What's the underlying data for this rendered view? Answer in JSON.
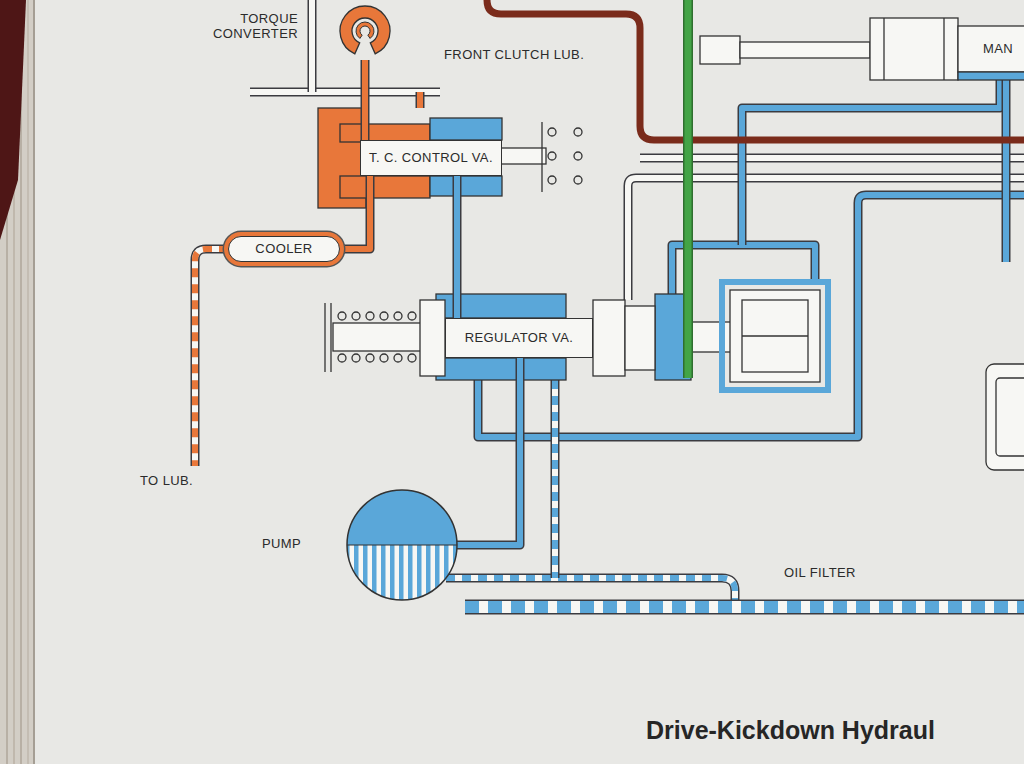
{
  "diagram": {
    "title": "Drive-Kickdown Hydraul",
    "nodes": [
      {
        "text": [
          "TORQUE CONVERTER"
        ]
      },
      {
        "text": [
          "T. C. CONTROL VA."
        ]
      },
      {
        "text": [
          "COOLER"
        ]
      },
      {
        "text": [
          "REGULATOR VA."
        ]
      },
      {
        "text": [
          "PUMP"
        ]
      }
    ],
    "edges": [
      {
        "from": 1,
        "to": 0,
        "arrow": "none"
      },
      {
        "from": 1,
        "to": 2,
        "arrow": "none"
      },
      {
        "from": 3,
        "to": 1,
        "arrow": "none"
      },
      {
        "from": 4,
        "to": 3,
        "arrow": "none"
      }
    ],
    "labels": [
      "FRONT CLUTCH LUB.",
      "TO LUB.",
      "OIL FILTER",
      "MAN"
    ]
  }
}
